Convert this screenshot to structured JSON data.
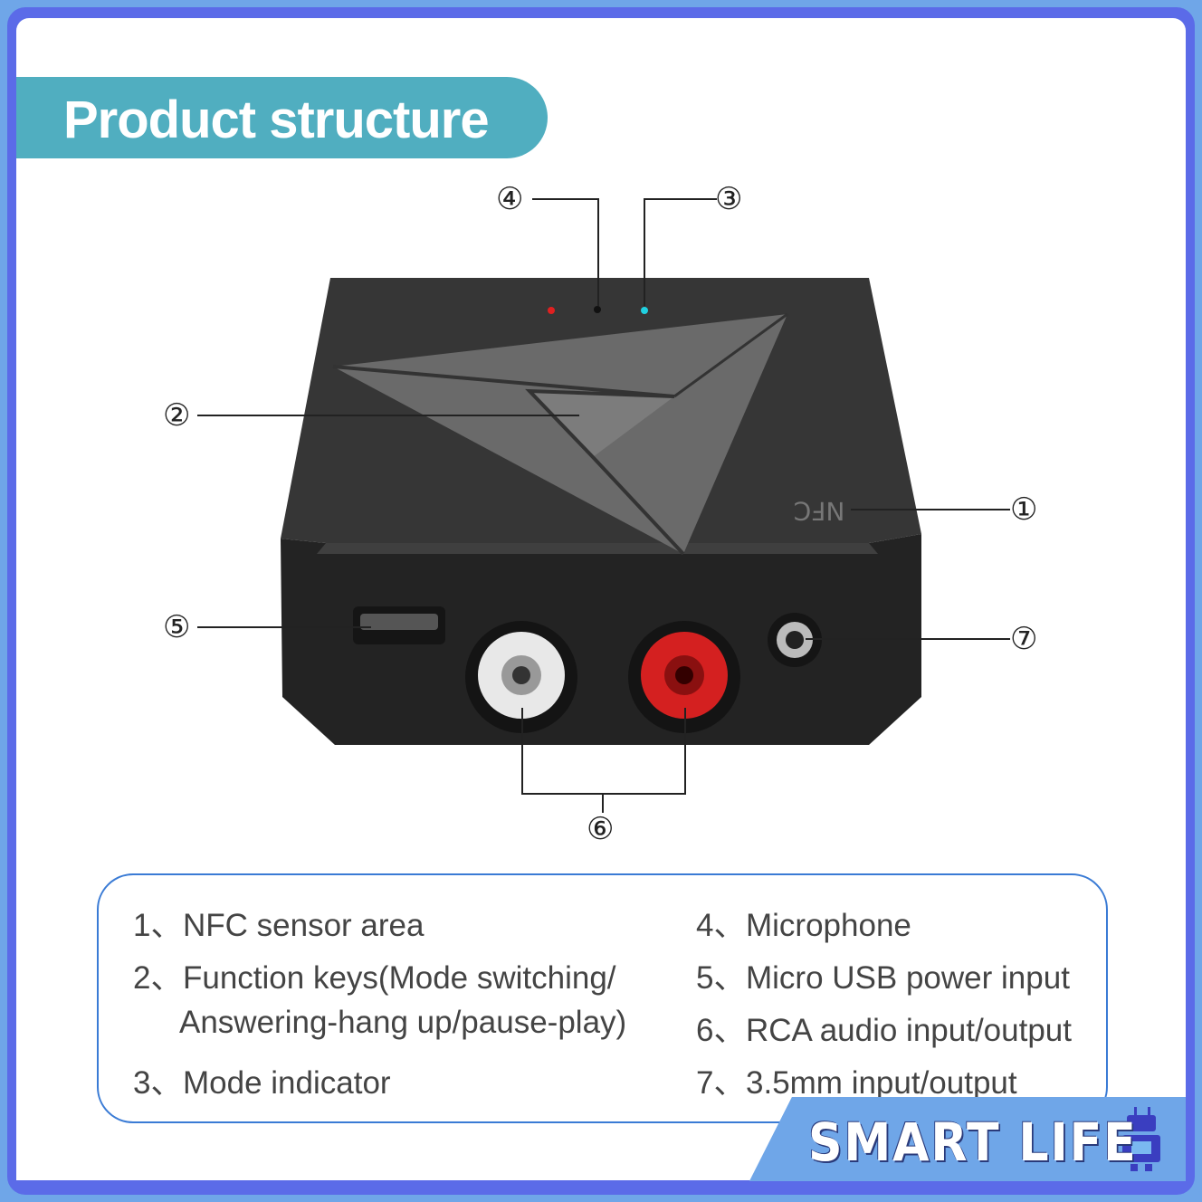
{
  "header": {
    "title": "Product structure"
  },
  "device": {
    "nfc_label": "NFC",
    "led_red": "#e02020",
    "led_cyan": "#20d0e0",
    "body_color": "#2b2b2b"
  },
  "callouts": [
    "①",
    "②",
    "③",
    "④",
    "⑤",
    "⑥",
    "⑦"
  ],
  "legend": {
    "left": [
      {
        "num": "1、",
        "text": "NFC sensor area"
      },
      {
        "num": "2、",
        "text": "Function keys(Mode switching/"
      },
      {
        "num": "",
        "text": "Answering-hang up/pause-play)"
      },
      {
        "num": "3、",
        "text": "Mode indicator"
      }
    ],
    "right": [
      {
        "num": "4、",
        "text": "Microphone"
      },
      {
        "num": "5、",
        "text": "Micro USB power input"
      },
      {
        "num": "6、",
        "text": "RCA audio input/output"
      },
      {
        "num": "7、",
        "text": "3.5mm input/output"
      }
    ]
  },
  "brand": {
    "name": "SMART LIFE",
    "icon": "robot-icon",
    "color": "#6fa6e8"
  }
}
